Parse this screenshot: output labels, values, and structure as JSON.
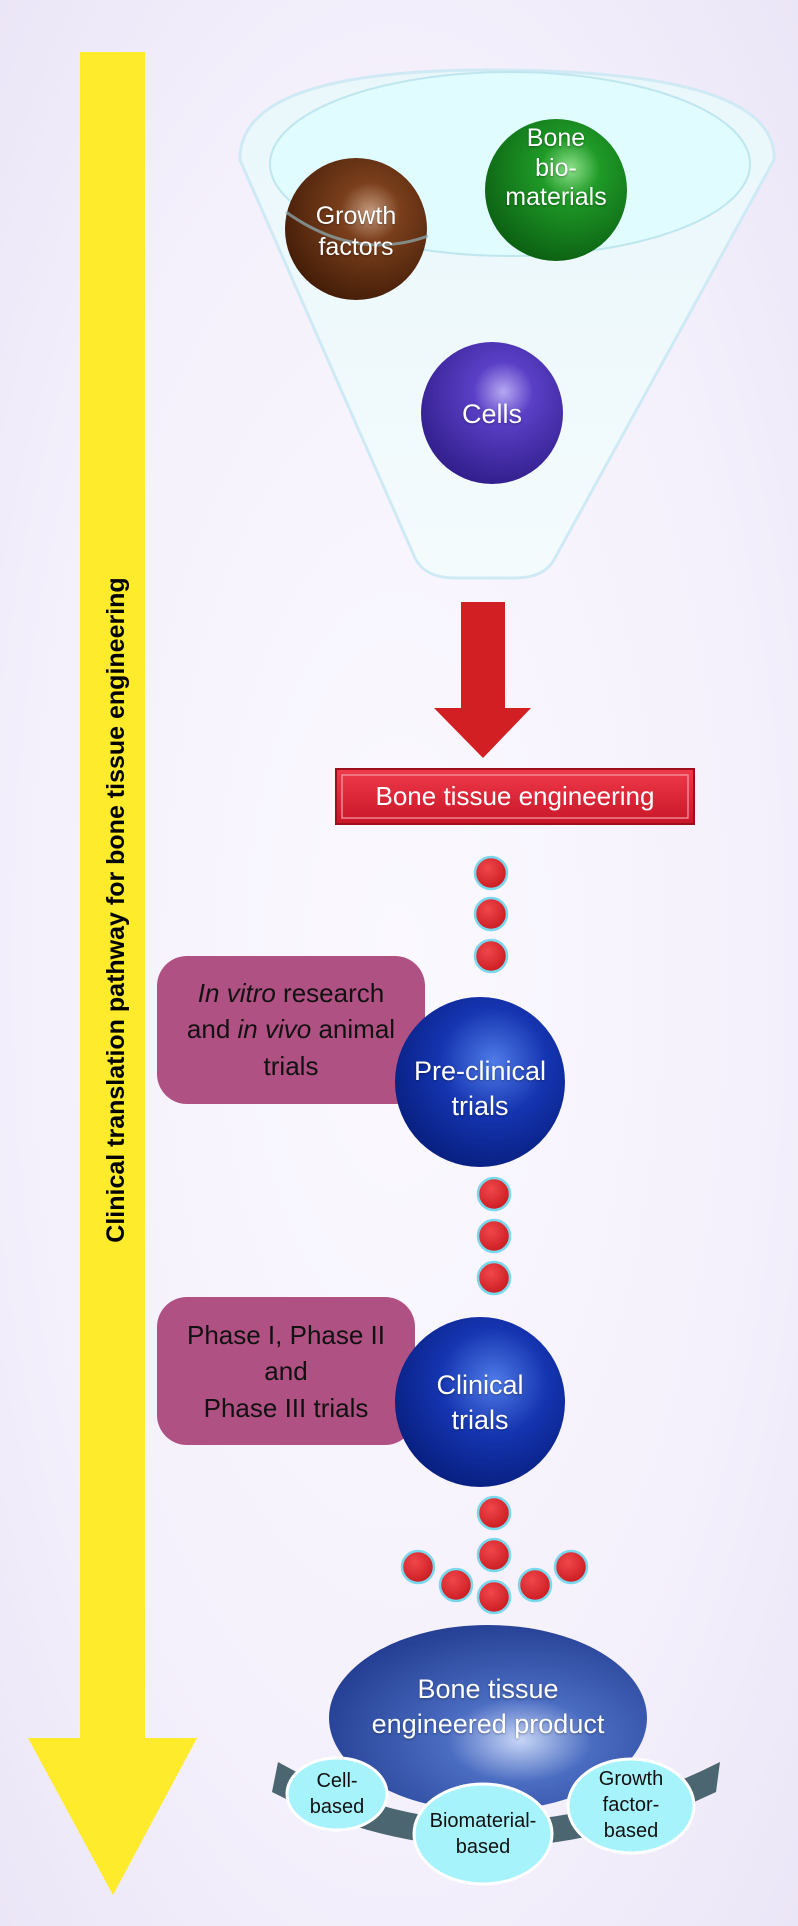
{
  "pathway": {
    "axis_label": "Clinical translation pathway for bone tissue engineering"
  },
  "funnel": {
    "growth_factors": [
      "Growth",
      "factors"
    ],
    "bone_biomaterials": [
      "Bone",
      "bio-",
      "materials"
    ],
    "cells": "Cells"
  },
  "bte_label": "Bone tissue engineering",
  "preclinical": {
    "title": [
      "Pre-clinical",
      "trials"
    ],
    "note": {
      "line1_em": "In vitro",
      "line1_rest": " research",
      "line2_a": "and ",
      "line2_em": "in vivo",
      "line2_b": " animal",
      "line3": "trials"
    }
  },
  "clinical": {
    "title": [
      "Clinical",
      "trials"
    ],
    "note": [
      "Phase I, Phase II",
      "and",
      "Phase III trials"
    ]
  },
  "product": {
    "title": [
      "Bone tissue",
      "engineered product"
    ],
    "types": {
      "cell": [
        "Cell-",
        "based"
      ],
      "biomaterial": [
        "Biomaterial-",
        "based"
      ],
      "growth": [
        "Growth",
        "factor-",
        "based"
      ]
    }
  },
  "colors": {
    "yellow_arrow": "#fdeb2c",
    "red_arrow": "#d11f23",
    "dot_red": "#d42026",
    "magenta_box": "#b05183",
    "blue_sphere": "#0f2e9a",
    "product_blue": "#2e4ea3",
    "cyan_badge": "#a6f3fb",
    "arc_slate": "#4b6671"
  }
}
